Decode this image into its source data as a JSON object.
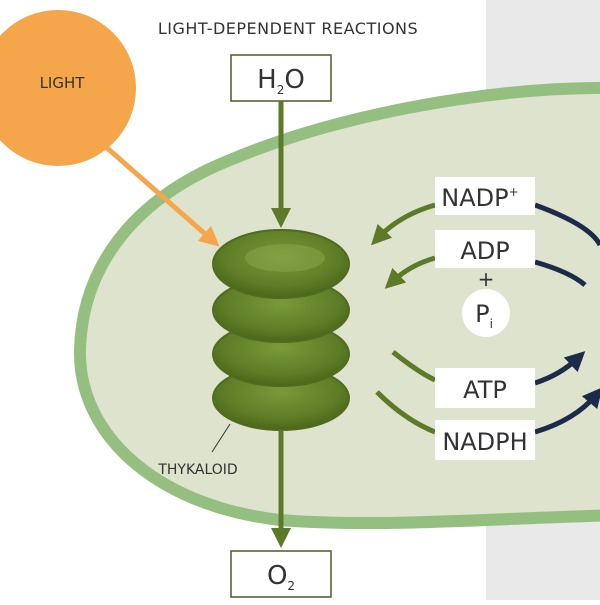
{
  "title": "LIGHT-DEPENDENT REACTIONS",
  "light": {
    "label": "LIGHT"
  },
  "inputs": {
    "water": {
      "main": "H",
      "sub": "2",
      "tail": "O"
    }
  },
  "outputs": {
    "oxygen": {
      "main": "O",
      "sub": "2"
    }
  },
  "thylakoid": {
    "label": "THYKALOID"
  },
  "molecules": {
    "nadp_plus": {
      "main": "NADP",
      "sup": "+"
    },
    "adp": "ADP",
    "plus_sign": "+",
    "phosphate": {
      "main": "P",
      "sub": "i"
    },
    "atp": "ATP",
    "nadph": "NADPH"
  },
  "colors": {
    "sun": "#f5a54a",
    "light_ray": "#f5a54a",
    "chloroplast_fill": "#dde3cd",
    "chloroplast_outline": "#94bf80",
    "right_panel": "#e9e9e9",
    "thylakoid_dark": "#4f6b1f",
    "thylakoid_light": "#6f8f34",
    "arrow_green": "#5c7a28",
    "arrow_navy": "#1c2b4a",
    "box_border": "#4a5a2a",
    "text": "#333333"
  }
}
